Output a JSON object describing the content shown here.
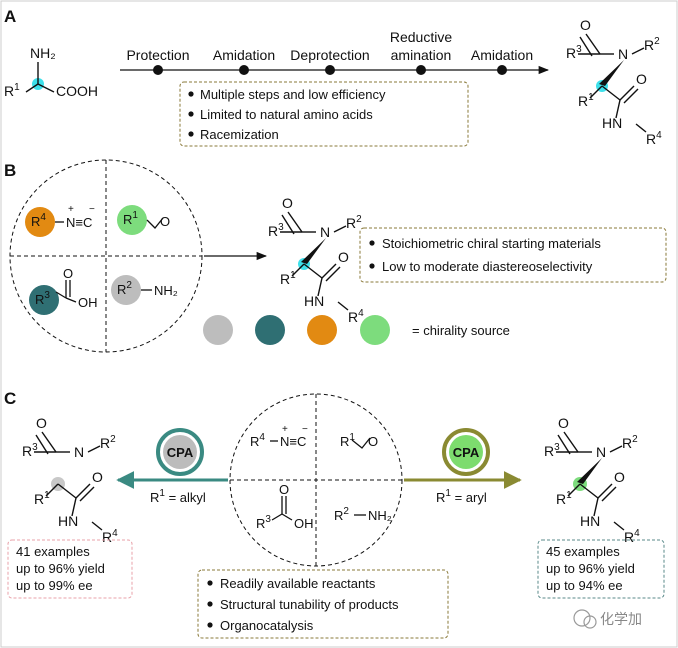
{
  "panels": {
    "a": {
      "label": "A",
      "start_nh2": "NH₂",
      "start_r": "R",
      "start_r_sup": "1",
      "start_cooh": "COOH",
      "steps": [
        "Protection",
        "Amidation",
        "Deprotection",
        "Reductive\namination",
        "Amidation"
      ],
      "drawbacks": [
        "Multiple steps and low efficiency",
        "Limited to natural amino acids",
        "Racemization"
      ],
      "drawbacks_border_color": "#8a7a3a"
    },
    "b": {
      "label": "B",
      "components": {
        "isocyanide_r": "R",
        "isocyanide_sup": "4",
        "isocyanide_group": "N≡C",
        "aldehyde_r": "R",
        "aldehyde_sup": "1",
        "acid_r": "R",
        "acid_sup": "3",
        "acid_oh": "OH",
        "amine_r": "R",
        "amine_sup": "2",
        "amine_group": "NH₂"
      },
      "limitations": [
        "Stoichiometric chiral starting materials",
        "Low to moderate diastereoselectivity"
      ],
      "chirality_source_label": "= chirality source",
      "dot_colors": [
        "#bdbdbd",
        "#2f6f73",
        "#e28a12",
        "#7ddc7d"
      ]
    },
    "c": {
      "label": "C",
      "left_catalyst": "CPA",
      "left_condition": "R",
      "left_condition_sup": "1",
      "left_condition_value": "= alkyl",
      "left_stats": [
        "41 examples",
        "up to 96% yield",
        "up to 99% ee"
      ],
      "left_stats_border_color": "#e8a0a8",
      "right_catalyst": "CPA",
      "right_condition": "R",
      "right_condition_sup": "1",
      "right_condition_value": "= aryl",
      "right_stats": [
        "45 examples",
        "up to 96% yield",
        "up to 94% ee"
      ],
      "right_stats_border_color": "#5a8a8a",
      "advantages": [
        "Readily available reactants",
        "Structural tunability of products",
        "Organocatalysis"
      ]
    },
    "product_labels": {
      "r": "R",
      "n": "N",
      "o": "O",
      "hn": "HN",
      "sup1": "1",
      "sup2": "2",
      "sup3": "3",
      "sup4": "4"
    }
  },
  "watermark": "化学加",
  "colors": {
    "frame_border": "#cccccc",
    "highlight_cyan": "#3ee0ea",
    "highlight_grey": "#c8c8c8",
    "highlight_green": "#7ddc7d",
    "left_arrow": "#3a8a82",
    "right_arrow": "#8a8a32",
    "cpa_grey": "#bcbcbc",
    "cpa_green": "#7ddc6e",
    "cpa_ring_left": "#3a8a82",
    "cpa_ring_right": "#8a8a32"
  }
}
